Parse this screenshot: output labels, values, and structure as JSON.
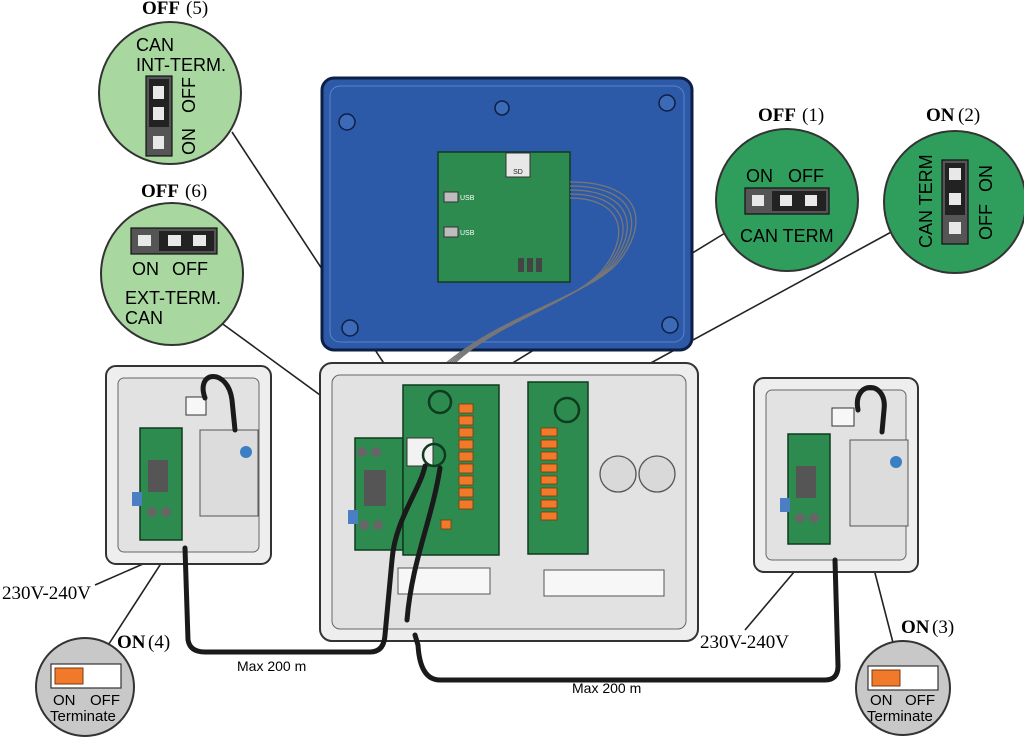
{
  "callouts": {
    "off5": {
      "state": "OFF",
      "num": "(5)",
      "line1": "CAN",
      "line2": "INT-TERM.",
      "off": "OFF",
      "on": "ON"
    },
    "off6": {
      "state": "OFF",
      "num": "(6)",
      "on": "ON",
      "off": "OFF",
      "line1": "EXT-TERM.",
      "line2": "CAN"
    },
    "off1": {
      "state": "OFF",
      "num": "(1)",
      "on": "ON",
      "off": "OFF",
      "caption": "CAN TERM"
    },
    "on2": {
      "state": "ON",
      "num": "(2)",
      "can_term": "CAN TERM",
      "on": "ON",
      "off": "OFF"
    },
    "on4": {
      "state": "ON",
      "num": "(4)",
      "on": "ON",
      "off": "OFF",
      "caption": "Terminate"
    },
    "on3": {
      "state": "ON",
      "num": "(3)",
      "on": "ON",
      "off": "OFF",
      "caption": "Terminate"
    }
  },
  "screen": {
    "usb1": "USB",
    "usb2": "USB",
    "sd": "SD"
  },
  "labels": {
    "voltage_left": "230V-240V",
    "voltage_right": "230V-240V",
    "cable_left": "Max 200 m",
    "cable_right": "Max 200 m"
  },
  "colors": {
    "callout_green": "#2f9e5c",
    "callout_light": "#a8d8a0",
    "panel_blue": "#2d5aa8",
    "board_green": "#2e8b4f",
    "relay_orange": "#f07a2a",
    "switch_orange": "#f07a2a"
  }
}
